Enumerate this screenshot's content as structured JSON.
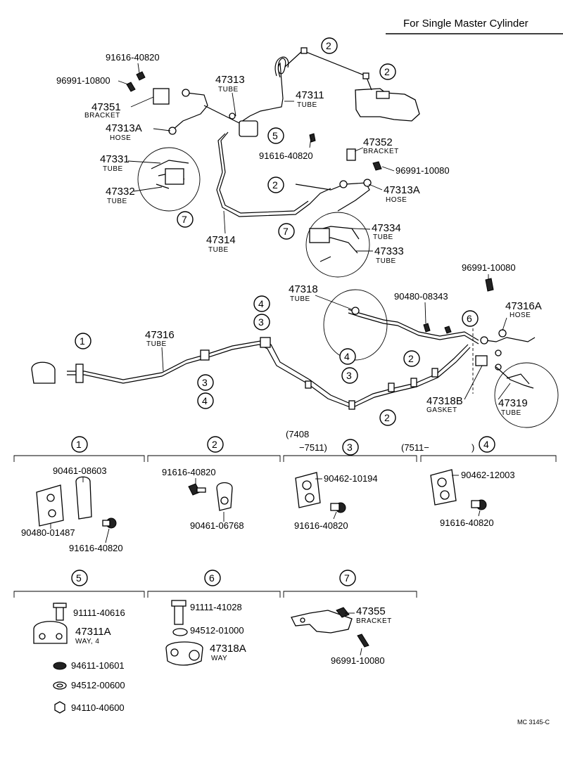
{
  "header": {
    "title": "For Single Master Cylinder"
  },
  "footer": {
    "code": "MC 3145-C"
  },
  "upper_labels": [
    {
      "text": "91616-40820"
    },
    {
      "text": "96991-10800"
    },
    {
      "text": "47351"
    },
    {
      "text": "BRACKET"
    },
    {
      "text": "47313A"
    },
    {
      "text": "HOSE"
    },
    {
      "text": "47313"
    },
    {
      "text": "TUBE"
    },
    {
      "text": "47311"
    },
    {
      "text": "TUBE"
    },
    {
      "text": "47331"
    },
    {
      "text": "TUBE"
    },
    {
      "text": "47332"
    },
    {
      "text": "TUBE"
    },
    {
      "text": "91616-40820"
    },
    {
      "text": "47352"
    },
    {
      "text": "BRACKET"
    },
    {
      "text": "96991-10080"
    },
    {
      "text": "47313A"
    },
    {
      "text": "HOSE"
    },
    {
      "text": "47314"
    },
    {
      "text": "TUBE"
    },
    {
      "text": "47334"
    },
    {
      "text": "TUBE"
    },
    {
      "text": "47333"
    },
    {
      "text": "TUBE"
    },
    {
      "text": "96991-10080"
    },
    {
      "text": "47318"
    },
    {
      "text": "TUBE"
    },
    {
      "text": "90480-08343"
    },
    {
      "text": "47316A"
    },
    {
      "text": "HOSE"
    },
    {
      "text": "47316"
    },
    {
      "text": "TUBE"
    },
    {
      "text": "47318B"
    },
    {
      "text": "GASKET"
    },
    {
      "text": "47319"
    },
    {
      "text": "TUBE"
    }
  ],
  "callouts": [
    "2",
    "2",
    "5",
    "2",
    "7",
    "7",
    "1",
    "4",
    "3",
    "3",
    "4",
    "6",
    "4",
    "3",
    "2",
    "2"
  ],
  "groups": {
    "g1": {
      "num": "1",
      "parts": [
        "90461-08603",
        "90480-01487",
        "91616-40820"
      ]
    },
    "g2": {
      "num": "2",
      "parts": [
        "91616-40820",
        "90461-06768"
      ]
    },
    "g3": {
      "num": "3",
      "range1": "(7408",
      "range2": "−7511)",
      "parts": [
        "90462-10194",
        "91616-40820"
      ]
    },
    "g4": {
      "num": "4",
      "range1": "(7511−",
      "range2": ")",
      "parts": [
        "90462-12003",
        "91616-40820"
      ]
    },
    "g5": {
      "num": "5",
      "parts": [
        "91111-40616",
        "47311A",
        "WAY, 4",
        "94611-10601",
        "94512-00600",
        "94110-40600"
      ]
    },
    "g6": {
      "num": "6",
      "parts": [
        "91111-41028",
        "94512-01000",
        "47318A",
        "WAY"
      ]
    },
    "g7": {
      "num": "7",
      "parts": [
        "47355",
        "BRACKET",
        "96991-10080"
      ]
    }
  }
}
